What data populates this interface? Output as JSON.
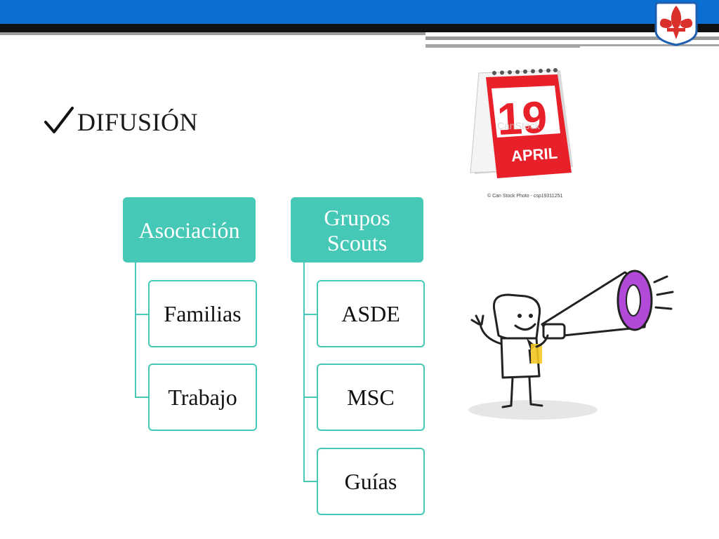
{
  "slide": {
    "title": "DIFUSIÓN",
    "colors": {
      "header_blue": "#0a6fd1",
      "accent_teal": "#45c8b5",
      "calendar_red": "#e8202a",
      "megaphone_purple": "#b14ad8"
    }
  },
  "diagram": {
    "groups": [
      {
        "header": "Asociación",
        "children": [
          "Familias",
          "Trabajo"
        ]
      },
      {
        "header": "Grupos Scouts",
        "children": [
          "ASDE",
          "MSC",
          "Guías"
        ]
      }
    ]
  },
  "calendar": {
    "day": "19",
    "month": "APRIL",
    "watermark": "CanStock",
    "credit": "© Can Stock Photo - csp19311251"
  },
  "icons": {
    "checkmark": "check-icon",
    "emblem": "fleur-de-lis-icon",
    "megaphone": "megaphone-figure-icon"
  }
}
